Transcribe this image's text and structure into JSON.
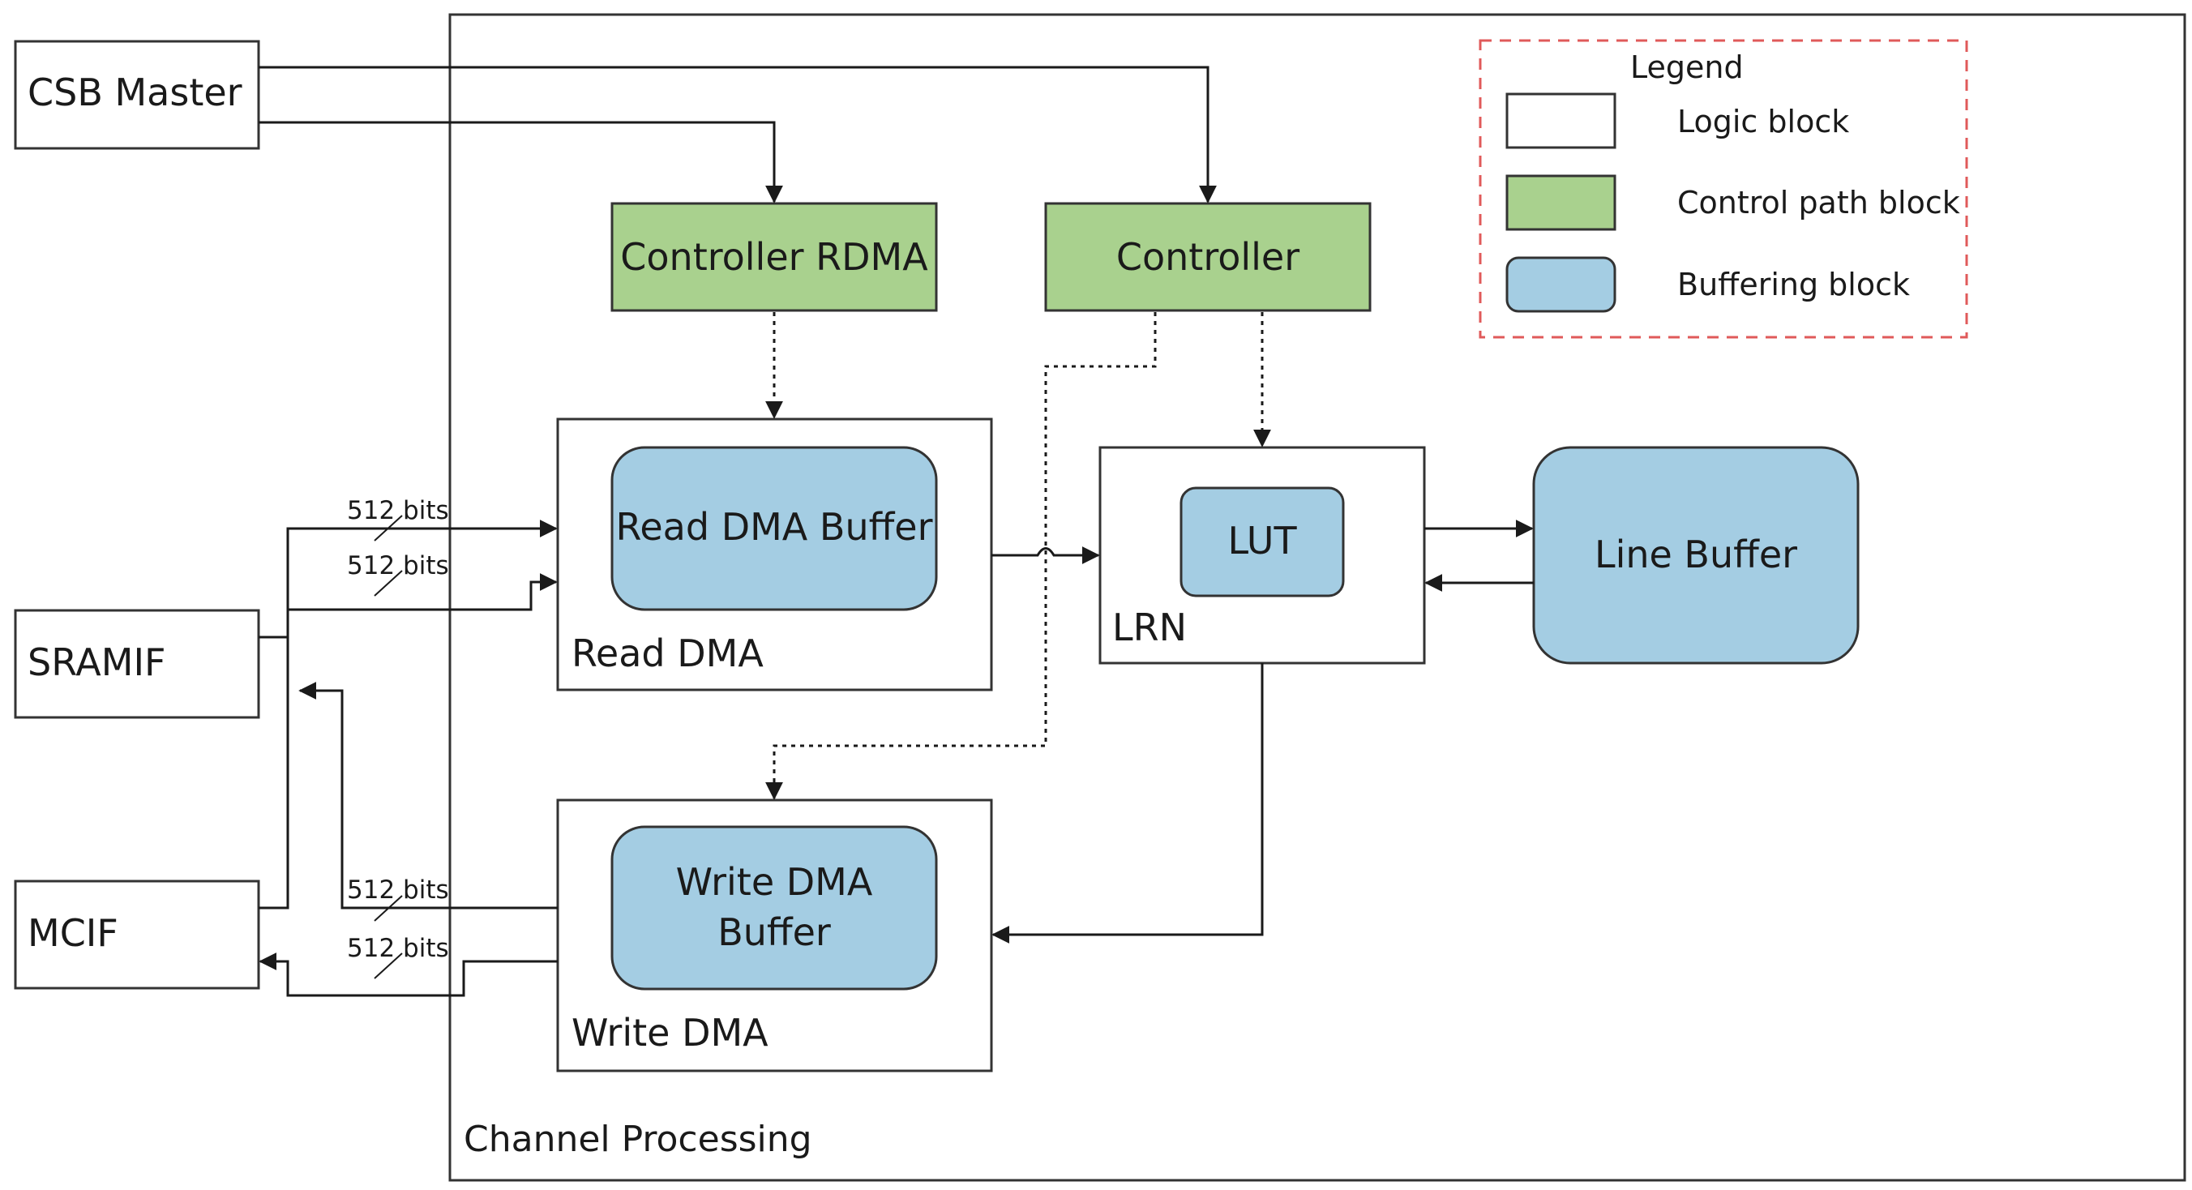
{
  "diagram": {
    "container_label": "Channel Processing",
    "external": {
      "csb_master": "CSB Master",
      "sramif": "SRAMIF",
      "mcif": "MCIF"
    },
    "controllers": {
      "controller_rdma": "Controller RDMA",
      "controller": "Controller"
    },
    "read_dma": {
      "label": "Read DMA",
      "buffer": "Read DMA Buffer"
    },
    "write_dma": {
      "label": "Write DMA",
      "buffer_line1": "Write DMA",
      "buffer_line2": "Buffer"
    },
    "lrn": {
      "label": "LRN",
      "lut": "LUT"
    },
    "line_buffer": "Line Buffer",
    "bus_labels": [
      "512 bits",
      "512 bits",
      "512 bits",
      "512 bits"
    ],
    "legend": {
      "title": "Legend",
      "items": [
        "Logic block",
        "Control path block",
        "Buffering block"
      ]
    },
    "colors": {
      "control_path": "#a9d18e",
      "buffering": "#a4cde3",
      "logic": "#ffffff",
      "legend_border": "#e05a5a",
      "line": "#1a1a1a"
    }
  }
}
